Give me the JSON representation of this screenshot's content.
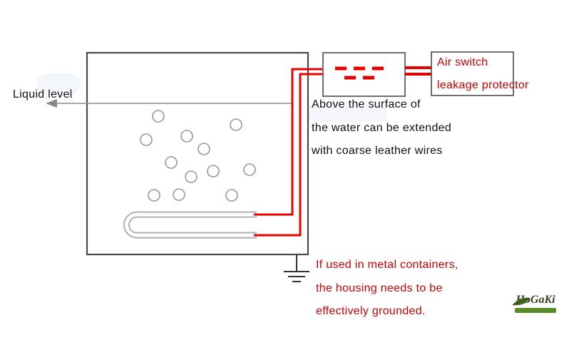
{
  "labels": {
    "liquid_level": "Liquid level",
    "air_switch": "Air switch",
    "leakage_protector": "leakage protector"
  },
  "notes": {
    "wire": [
      "Above the surface of",
      "the water can be extended",
      "with coarse leather wires"
    ],
    "ground": [
      "If used in metal containers,",
      " the housing needs to be",
      "effectively grounded."
    ]
  },
  "logo": {
    "name": "HoGaKi"
  },
  "icons": {
    "logo_leaf": "leaf-icon",
    "earth": "ground-symbol",
    "level_arrow": "left-arrow-icon"
  },
  "colors": {
    "wire_red": "#e60000",
    "red_text": "#cc0000",
    "outline_gray": "#4a4a4a",
    "bubble_gray": "#999999",
    "arrow_gray": "#8a8a8a",
    "tube_gray": "#b0b0b0",
    "logo_green": "#33431c",
    "banner_green": "#5a8a28"
  }
}
